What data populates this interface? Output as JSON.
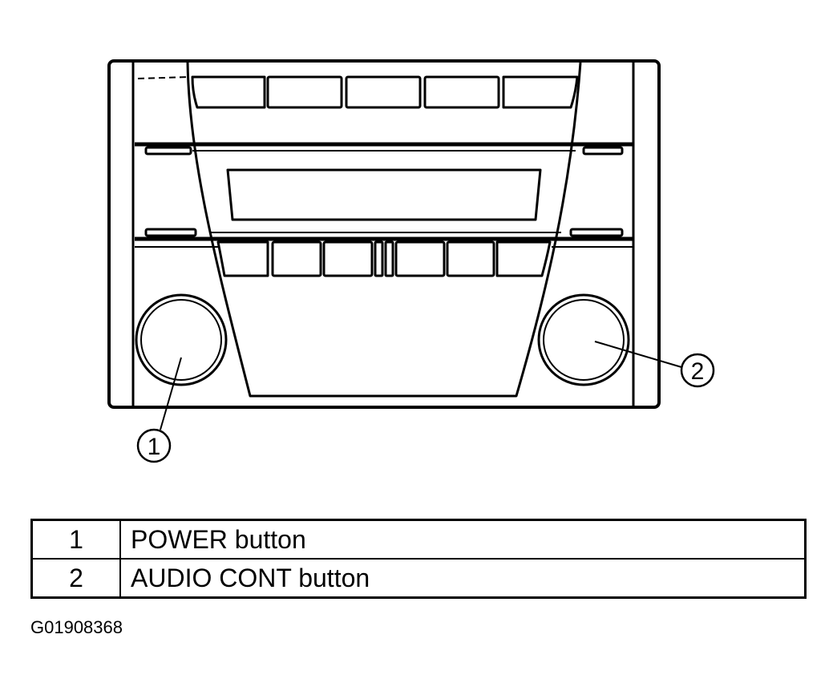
{
  "callouts": [
    {
      "number": "1",
      "label": "POWER button"
    },
    {
      "number": "2",
      "label": "AUDIO CONT button"
    }
  ],
  "figure_code": "G01908368",
  "colors": {
    "line": "#000000",
    "background": "#ffffff"
  }
}
